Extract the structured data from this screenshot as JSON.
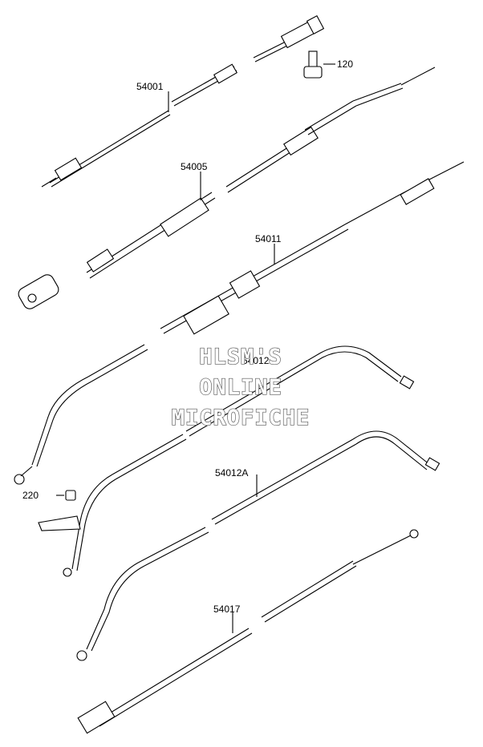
{
  "diagram": {
    "parts": [
      {
        "label": "54001"
      },
      {
        "label": "120"
      },
      {
        "label": "54005"
      },
      {
        "label": "54011"
      },
      {
        "label": "54012"
      },
      {
        "label": "220"
      },
      {
        "label": "54012A"
      },
      {
        "label": "54017"
      }
    ],
    "watermark": {
      "line1": "HLSM'S",
      "line2": "ONLINE",
      "line3": "MICROFICHE"
    }
  }
}
